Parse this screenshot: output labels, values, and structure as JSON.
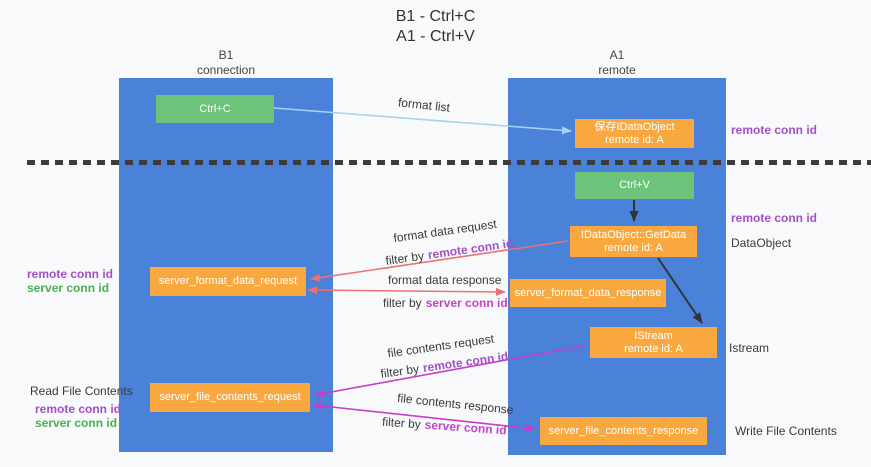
{
  "title": {
    "line1": "B1 - Ctrl+C",
    "line2": "A1 - Ctrl+V"
  },
  "lanes": {
    "left": {
      "name": "B1",
      "role": "connection"
    },
    "right": {
      "name": "A1",
      "role": "remote"
    }
  },
  "nodes": {
    "ctrl_c": {
      "label": "Ctrl+C"
    },
    "ctrl_v": {
      "label": "Ctrl+V"
    },
    "save_dataobject": {
      "line1": "保存IDataObject",
      "line2": "remote id: A"
    },
    "getdata": {
      "line1": "IDataObject::GetData",
      "line2": "remote id: A"
    },
    "istream": {
      "line1": "IStream",
      "line2": "remote id: A"
    },
    "server_format_data_request": {
      "label": "server_format_data_request"
    },
    "server_format_data_response": {
      "label": "server_format_data_response"
    },
    "server_file_contents_request": {
      "label": "server_file_contents_request"
    },
    "server_file_contents_response": {
      "label": "server_file_contents_response"
    }
  },
  "flow_labels": {
    "format_list": "format list",
    "format_data_request": "format data request",
    "format_data_request_filter": {
      "prefix": "filter by",
      "key": "remote conn id"
    },
    "format_data_response": "format data response",
    "format_data_response_filter": {
      "prefix": "filter by",
      "key": "server conn id"
    },
    "file_contents_request": "file contents request",
    "file_contents_request_filter": {
      "prefix": "filter by",
      "key": "remote conn id"
    },
    "file_contents_response": "file contents response",
    "file_contents_response_filter": {
      "prefix": "filter by",
      "key": "server conn id"
    }
  },
  "side_labels": {
    "right_top_remote_conn_id": "remote conn id",
    "right_mid_remote_conn_id": "remote conn id",
    "dataobject": "DataObject",
    "istream": "Istream",
    "write_file_contents": "Write File Contents",
    "left_remote_conn_id": "remote conn id",
    "left_server_conn_id": "server conn id",
    "read_file_contents": "Read File Contents",
    "left_remote_conn_id_2": "remote conn id",
    "left_server_conn_id_2": "server conn id"
  },
  "colors": {
    "lane_blue": "#4a82d9",
    "node_green": "#6ec37a",
    "node_orange": "#f8a83e",
    "remote_conn_id_purple": "#a34fc9",
    "server_conn_id_green": "#4caf50",
    "filter_key_magenta": "#c342c9",
    "arrow_salmon": "#ee7070",
    "arrow_magenta": "#c93ec9",
    "arrow_blue": "#a5d3f0",
    "arrow_black": "#333333",
    "divider_dark": "#3c3c3c"
  }
}
